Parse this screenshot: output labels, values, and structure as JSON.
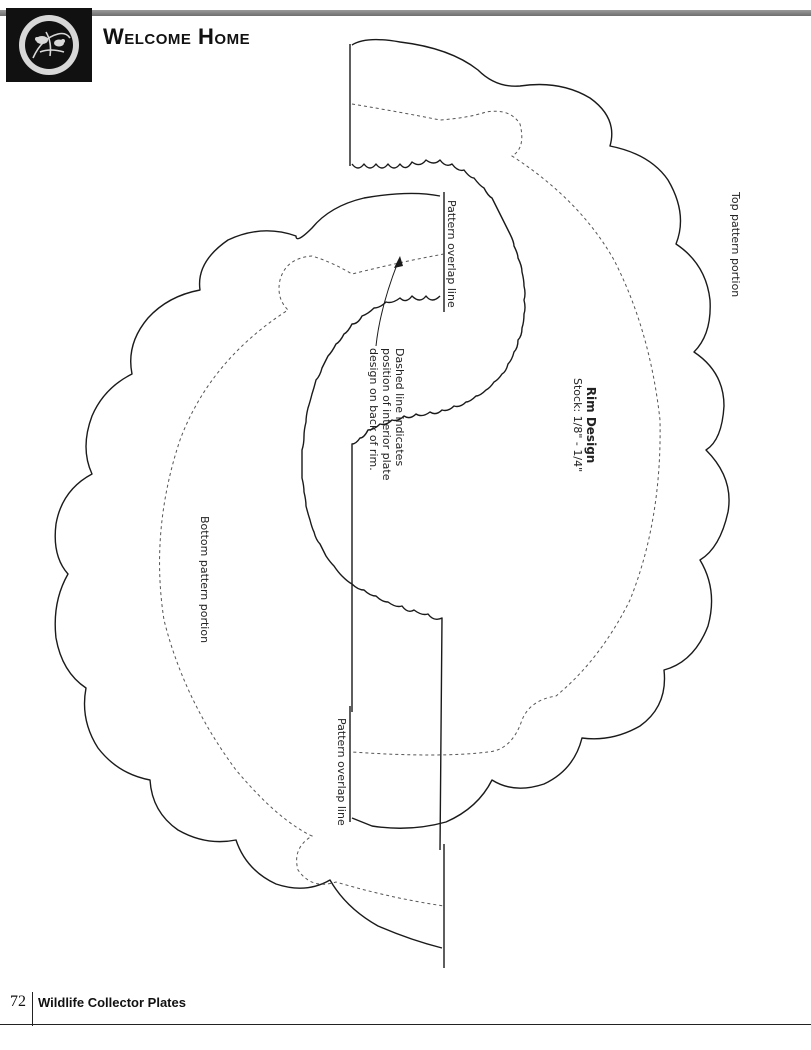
{
  "header": {
    "title": "Welcome Home",
    "logo_icon": "bird-medallion-icon"
  },
  "labels": {
    "top_portion": "Top pattern portion",
    "bottom_portion": "Bottom pattern portion",
    "overlap_top": "Pattern overlap line",
    "overlap_bottom": "Pattern overlap line",
    "rim_title": "Rim Design",
    "rim_stock": "Stock: 1/8\" - 1/4\"",
    "note_line1": "Dashed line indicates",
    "note_line2": "position of interior plate",
    "note_line3": "design on back of rim."
  },
  "footer": {
    "page_number": "72",
    "book_title": "Wildlife Collector Plates"
  },
  "colors": {
    "line": "#1a1a1a",
    "dash": "#555555",
    "header_bar": "#7a7a7a"
  }
}
